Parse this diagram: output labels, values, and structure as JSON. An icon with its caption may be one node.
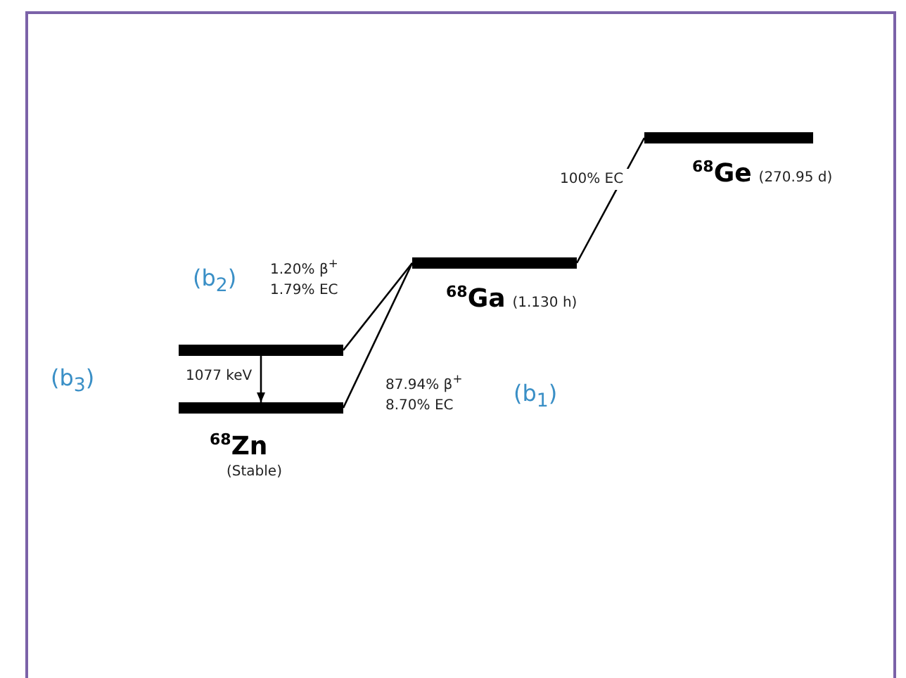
{
  "diagram": {
    "nodes": [
      {
        "text": [
          "$^{68}$Ge"
        ],
        "beside": [
          "(270.95 d)"
        ]
      },
      {
        "text": [
          "$^{68}$Ga"
        ],
        "beside": [
          "(1.130 h)"
        ]
      },
      {
        "text": [],
        "shape": "bar"
      },
      {
        "text": [
          "$^{68}$Zn"
        ],
        "beside": [
          "(Stable)"
        ]
      }
    ],
    "edges": [
      {
        "from": 0,
        "to": 1,
        "arrow": "none",
        "label": "100% EC"
      },
      {
        "from": 1,
        "to": 2,
        "arrow": "none",
        "label": "1.20% β$^{+}$ 1.79% EC"
      },
      {
        "from": 1,
        "to": 3,
        "arrow": "none",
        "label": "87.94% β$^{+}$ 8.70% EC"
      },
      {
        "from": 2,
        "to": 3,
        "arrow": "to",
        "label": "1077 keV"
      }
    ],
    "labels": [
      "(b$_{2}$)",
      "(b$_{3}$)",
      "(b$_{1}$)"
    ]
  }
}
